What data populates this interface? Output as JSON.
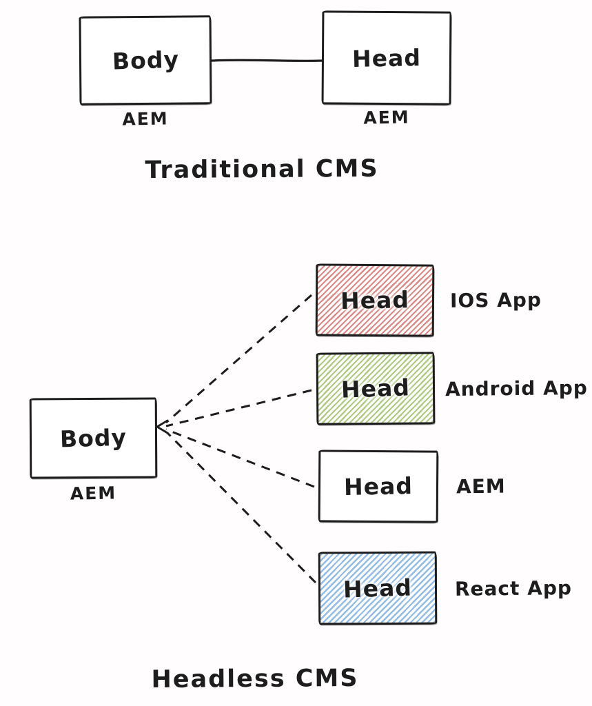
{
  "traditional": {
    "title": "Traditional CMS",
    "body": {
      "label": "Body",
      "caption": "AEM"
    },
    "head": {
      "label": "Head",
      "caption": "AEM"
    }
  },
  "headless": {
    "title": "Headless CMS",
    "body": {
      "label": "Body",
      "caption": "AEM"
    },
    "heads": [
      {
        "label": "Head",
        "annotation": "IOS App",
        "hatch": "red",
        "hatch_color": "#d9837d"
      },
      {
        "label": "Head",
        "annotation": "Android App",
        "hatch": "green",
        "hatch_color": "#a9c87a"
      },
      {
        "label": "Head",
        "annotation": "AEM",
        "hatch": "none",
        "hatch_color": "#ffffff"
      },
      {
        "label": "Head",
        "annotation": "React App",
        "hatch": "blue",
        "hatch_color": "#8cb7e6"
      }
    ]
  },
  "colors": {
    "ink": "#1d1d1d",
    "background": "#fffdfd",
    "red_hatch": "#d9837d",
    "green_hatch": "#a9c87a",
    "blue_hatch": "#8cb7e6"
  }
}
